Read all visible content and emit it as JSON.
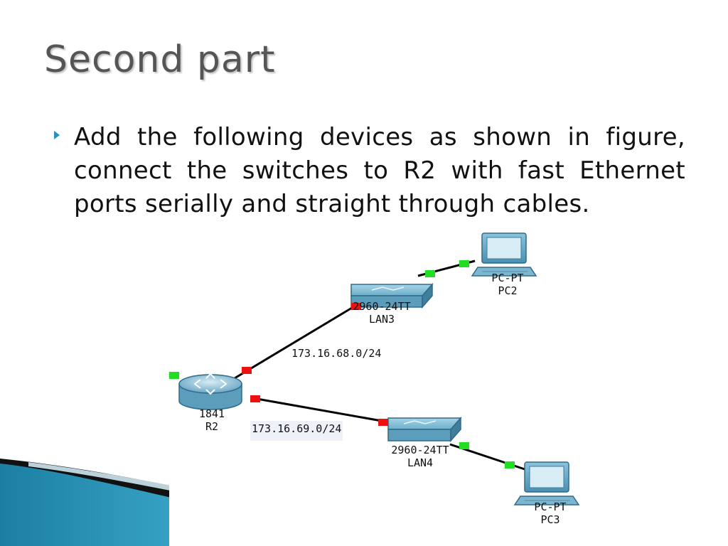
{
  "slide": {
    "title": "Second part",
    "bullet": "Add the following devices as shown in figure, connect the switches to R2 with fast Ethernet ports serially and straight through cables."
  },
  "topology": {
    "devices": {
      "pc2": {
        "model": "PC-PT",
        "name": "PC2"
      },
      "lan3": {
        "model": "2960-24TT",
        "name": "LAN3"
      },
      "r2": {
        "model": "1841",
        "name": "R2"
      },
      "lan4": {
        "model": "2960-24TT",
        "name": "LAN4"
      },
      "pc3": {
        "model": "PC-PT",
        "name": "PC3"
      }
    },
    "networks": {
      "net_lan3": "173.16.68.0/24",
      "net_lan4": "173.16.69.0/24"
    },
    "colors": {
      "link": "#000000",
      "port_up": "#22dd22",
      "port_down": "#ee1111",
      "device_blue": "#5a9fbf",
      "accent": "#2b8fc4"
    }
  }
}
